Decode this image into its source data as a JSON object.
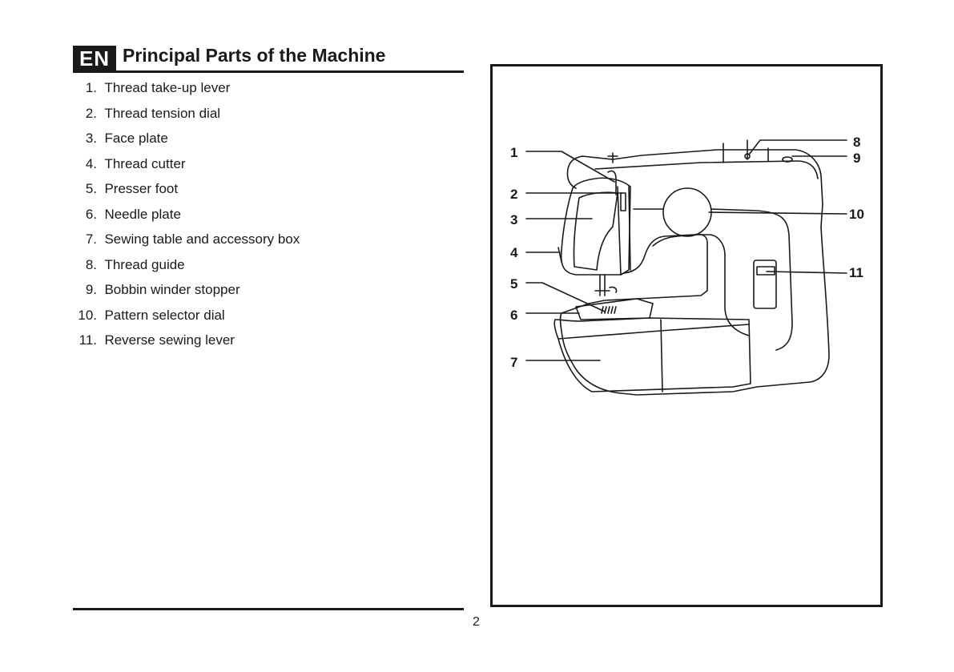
{
  "header": {
    "language_badge": "EN",
    "title": "Principal Parts of the Machine"
  },
  "parts": [
    {
      "number": "1.",
      "label": "Thread take-up lever"
    },
    {
      "number": "2.",
      "label": "Thread tension dial"
    },
    {
      "number": "3.",
      "label": "Face plate"
    },
    {
      "number": "4.",
      "label": "Thread cutter"
    },
    {
      "number": "5.",
      "label": "Presser foot"
    },
    {
      "number": "6.",
      "label": "Needle plate"
    },
    {
      "number": "7.",
      "label": "Sewing table and accessory box"
    },
    {
      "number": "8.",
      "label": "Thread guide"
    },
    {
      "number": "9.",
      "label": "Bobbin winder stopper"
    },
    {
      "number": "10.",
      "label": "Pattern selector dial"
    },
    {
      "number": "11.",
      "label": "Reverse sewing lever"
    }
  ],
  "figure": {
    "description": "sewing-machine-illustration",
    "callouts": [
      "1",
      "2",
      "3",
      "4",
      "5",
      "6",
      "7",
      "8",
      "9",
      "10",
      "11"
    ]
  },
  "footer": {
    "page_number": "2"
  }
}
